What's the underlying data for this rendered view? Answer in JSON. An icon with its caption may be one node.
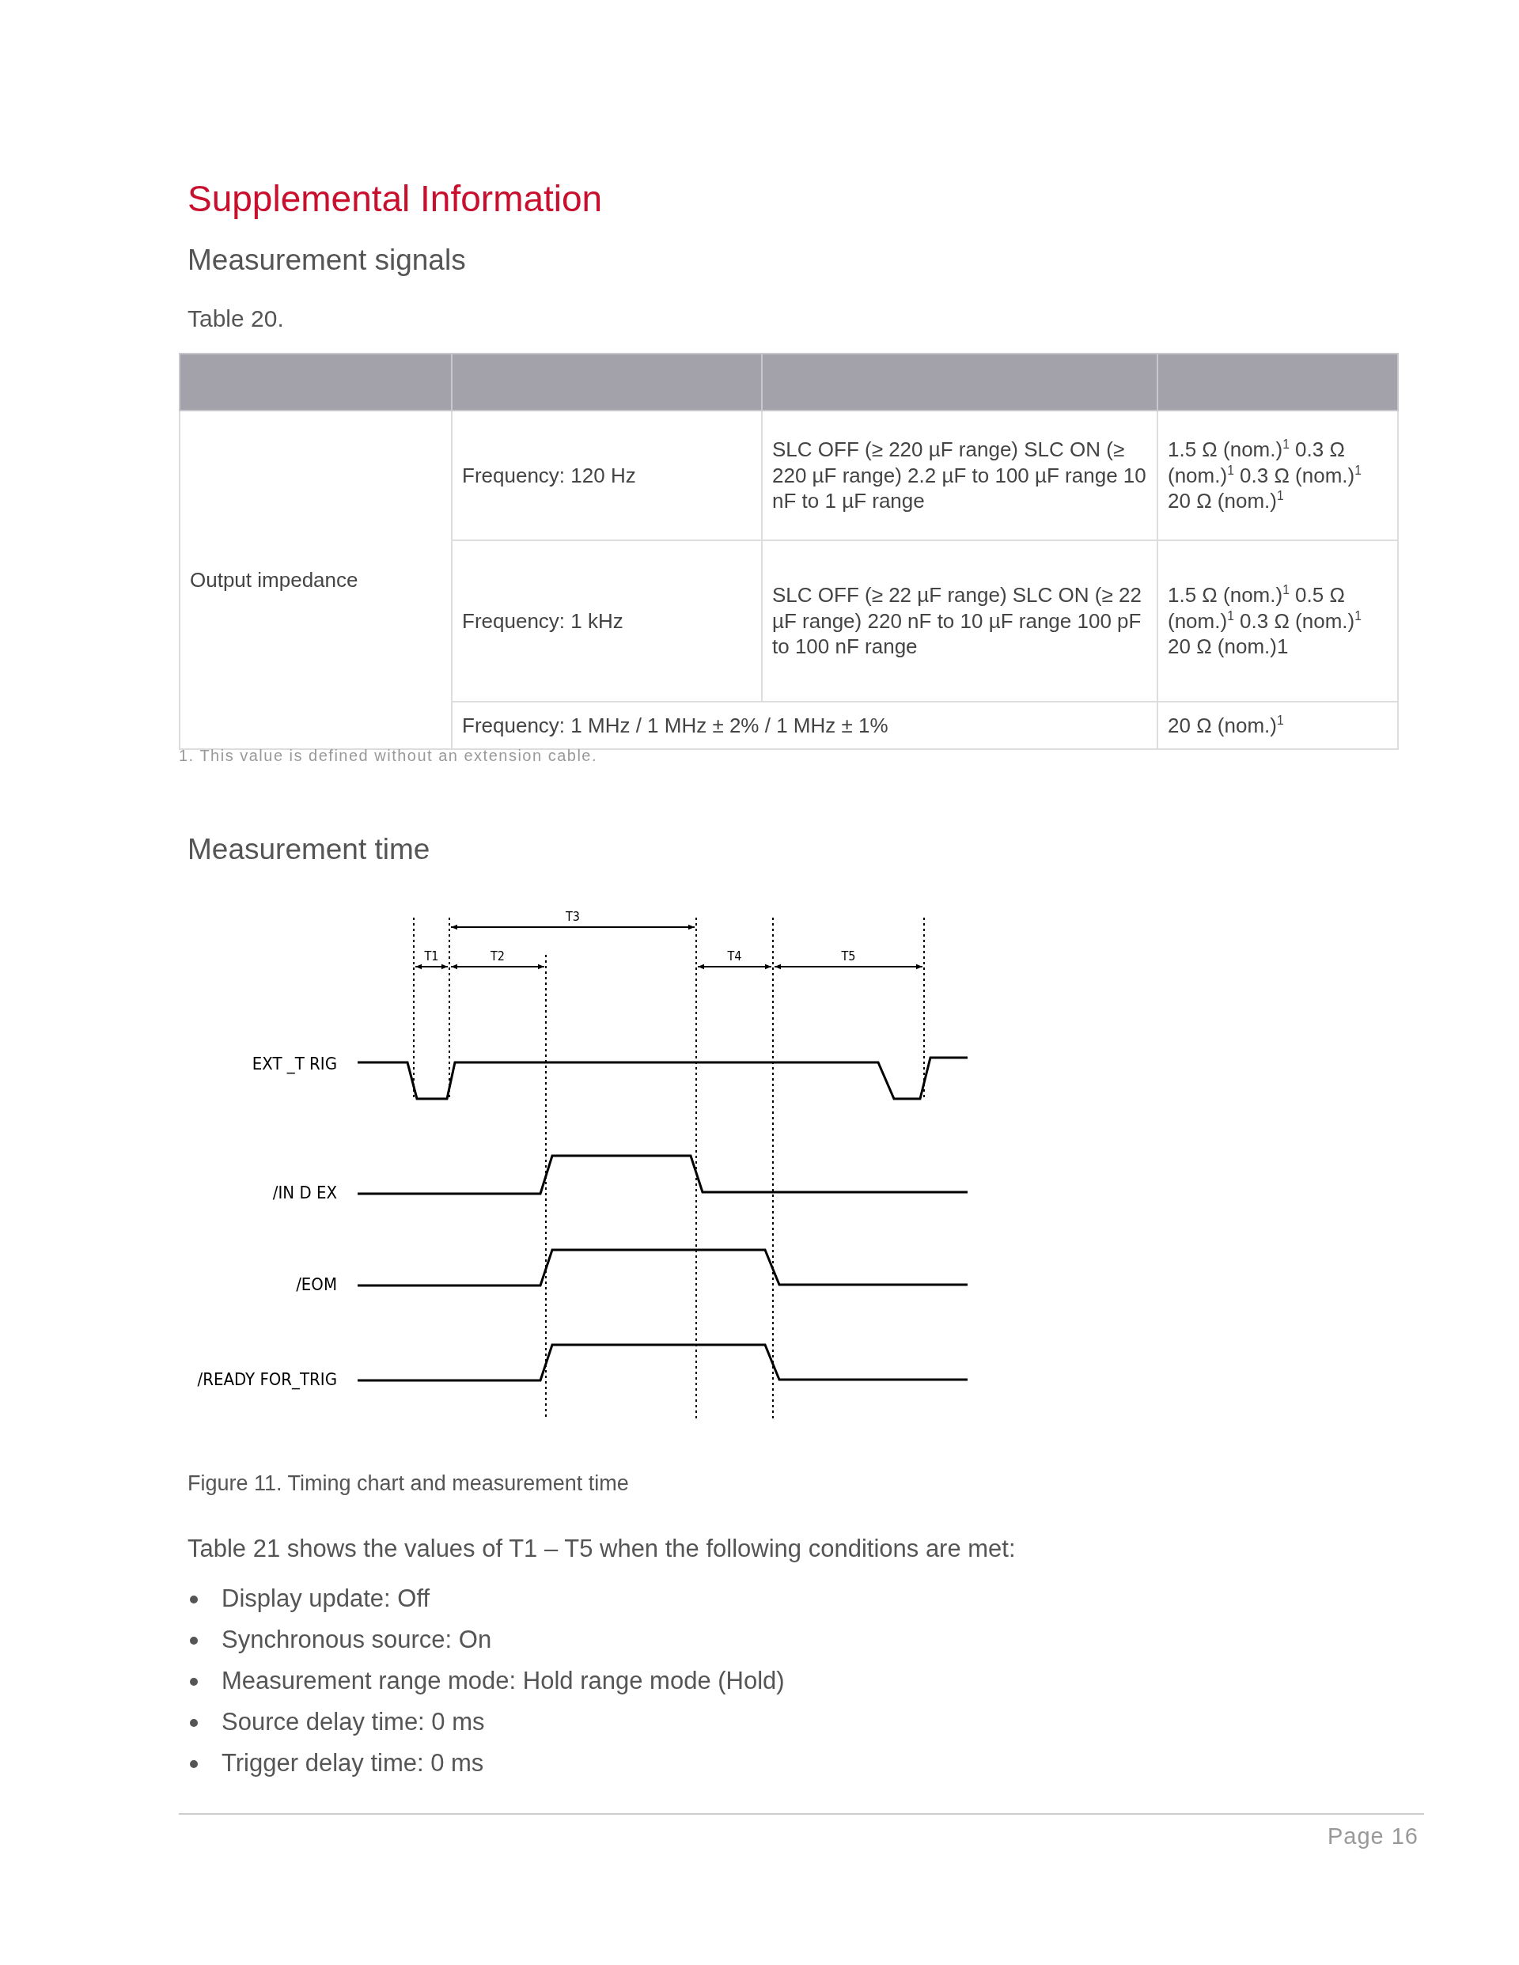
{
  "diagram": {
    "title": "Supplemental Information",
    "caption": "Figure 11. Timing chart and measurement time",
    "labels": [
      "Measurement signals",
      "Table 20.",
      "Output impedance",
      "Frequency: 120 Hz",
      "SLC OFF (≥ 220 µF range) SLC ON (≥ 220 µF range) 2.2 µF to 100 µF range 10 nF to 1 µF range",
      "1.5 Ω (nom.)$^{1}$ 0.3 Ω (nom.)$^{1}$ 0.3 Ω (nom.)$^{1}$ 20 Ω (nom.)$^{1}$",
      "Frequency: 1 kHz",
      "SLC OFF (≥ 22 µF range) SLC ON (≥ 22 µF range) 220 nF to 10 µF range 100 pF to 100 nF range",
      "1.5 Ω (nom.)$^{1}$ 0.5 Ω (nom.)$^{1}$ 0.3 Ω (nom.)$^{1}$ 20 Ω (nom.)1",
      "Frequency: 1 MHz / 1 MHz ± 2% / 1 MHz ± 1%",
      "20 Ω (nom.)$^{1}$",
      "1. This value is defined without an extension cable.",
      "Measurement time",
      "T3",
      "T1",
      "T2",
      "T4",
      "T5",
      "EXT _T RIG",
      "/IN D EX",
      "/EOM",
      "/READY FOR_TRIG",
      "Table 21 shows the values of T1 – T5 when the following conditions are met:",
      "Display update: Off",
      "Synchronous source: On",
      "Measurement range mode: Hold range mode (Hold)",
      "Source delay time: 0 ms",
      "Trigger delay time: 0 ms",
      "Page 16"
    ]
  }
}
